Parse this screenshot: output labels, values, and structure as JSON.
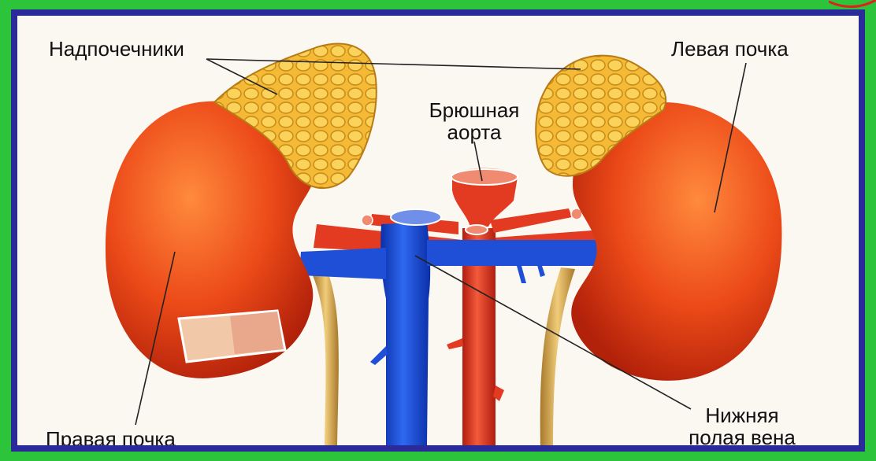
{
  "labels": {
    "adrenal": "Надпочечники",
    "left_kidney": "Левая почка",
    "aorta_line1": "Брюшная",
    "aorta_line2": "аорта",
    "right_kidney": "Правая почка",
    "vena_line1": "Нижняя",
    "vena_line2": "полая вена"
  },
  "colors": {
    "frame_outer": "#2cc43a",
    "frame_inner": "#2a2a9a",
    "kidney": "#e8481a",
    "adrenal": "#f2b630",
    "aorta": "#e03a22",
    "vena": "#1f4fd6",
    "ureter": "#d9a94a"
  }
}
